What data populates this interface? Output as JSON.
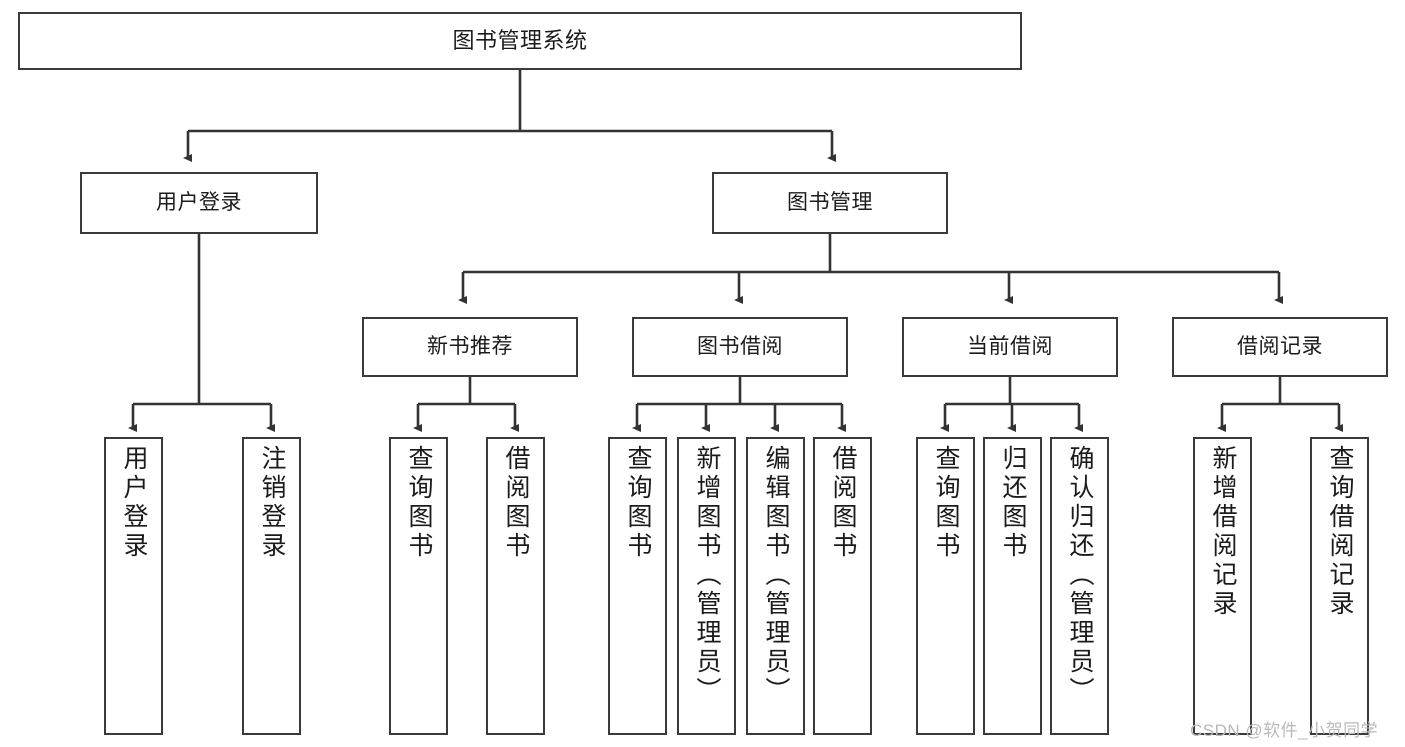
{
  "diagram": {
    "type": "tree",
    "title": "图书管理系统",
    "orientation": "top-down",
    "colors": {
      "box_border": "#3a3a3a",
      "box_fill": "#ffffff",
      "connector": "#333333",
      "text": "#1b1b1b",
      "watermark": "#b9b9b9"
    },
    "levels": [
      {
        "level": 1,
        "nodes": [
          {
            "id": "root",
            "label": "图书管理系统",
            "text_direction": "horizontal"
          }
        ]
      },
      {
        "level": 2,
        "nodes": [
          {
            "id": "login",
            "label": "用户登录",
            "parent": "root",
            "text_direction": "horizontal"
          },
          {
            "id": "bookmgmt",
            "label": "图书管理",
            "parent": "root",
            "text_direction": "horizontal"
          }
        ]
      },
      {
        "level": 3,
        "nodes": [
          {
            "id": "newbook",
            "label": "新书推荐",
            "parent": "bookmgmt",
            "text_direction": "horizontal"
          },
          {
            "id": "borrow",
            "label": "图书借阅",
            "parent": "bookmgmt",
            "text_direction": "horizontal"
          },
          {
            "id": "current",
            "label": "当前借阅",
            "parent": "bookmgmt",
            "text_direction": "horizontal"
          },
          {
            "id": "record",
            "label": "借阅记录",
            "parent": "bookmgmt",
            "text_direction": "horizontal"
          }
        ]
      },
      {
        "level": 4,
        "nodes": [
          {
            "id": "leaf-user-login",
            "label": "用户登录",
            "parent": "login",
            "text_direction": "vertical"
          },
          {
            "id": "leaf-user-logout",
            "label": "注销登录",
            "parent": "login",
            "text_direction": "vertical"
          },
          {
            "id": "leaf-new-query",
            "label": "查询图书",
            "parent": "newbook",
            "text_direction": "vertical"
          },
          {
            "id": "leaf-new-borrow",
            "label": "借阅图书",
            "parent": "newbook",
            "text_direction": "vertical"
          },
          {
            "id": "leaf-borrow-query",
            "label": "查询图书",
            "parent": "borrow",
            "text_direction": "vertical"
          },
          {
            "id": "leaf-borrow-add",
            "label": "新增图书（管理员）",
            "parent": "borrow",
            "text_direction": "vertical"
          },
          {
            "id": "leaf-borrow-edit",
            "label": "编辑图书（管理员）",
            "parent": "borrow",
            "text_direction": "vertical"
          },
          {
            "id": "leaf-borrow-do",
            "label": "借阅图书",
            "parent": "borrow",
            "text_direction": "vertical"
          },
          {
            "id": "leaf-current-query",
            "label": "查询图书",
            "parent": "current",
            "text_direction": "vertical"
          },
          {
            "id": "leaf-current-return",
            "label": "归还图书",
            "parent": "current",
            "text_direction": "vertical"
          },
          {
            "id": "leaf-current-confirm",
            "label": "确认归还（管理员）",
            "parent": "current",
            "text_direction": "vertical"
          },
          {
            "id": "leaf-record-add",
            "label": "新增借阅记录",
            "parent": "record",
            "text_direction": "vertical"
          },
          {
            "id": "leaf-record-query",
            "label": "查询借阅记录",
            "parent": "record",
            "text_direction": "vertical"
          }
        ]
      }
    ]
  },
  "watermark": {
    "text": "CSDN @软件_小贺同学"
  }
}
